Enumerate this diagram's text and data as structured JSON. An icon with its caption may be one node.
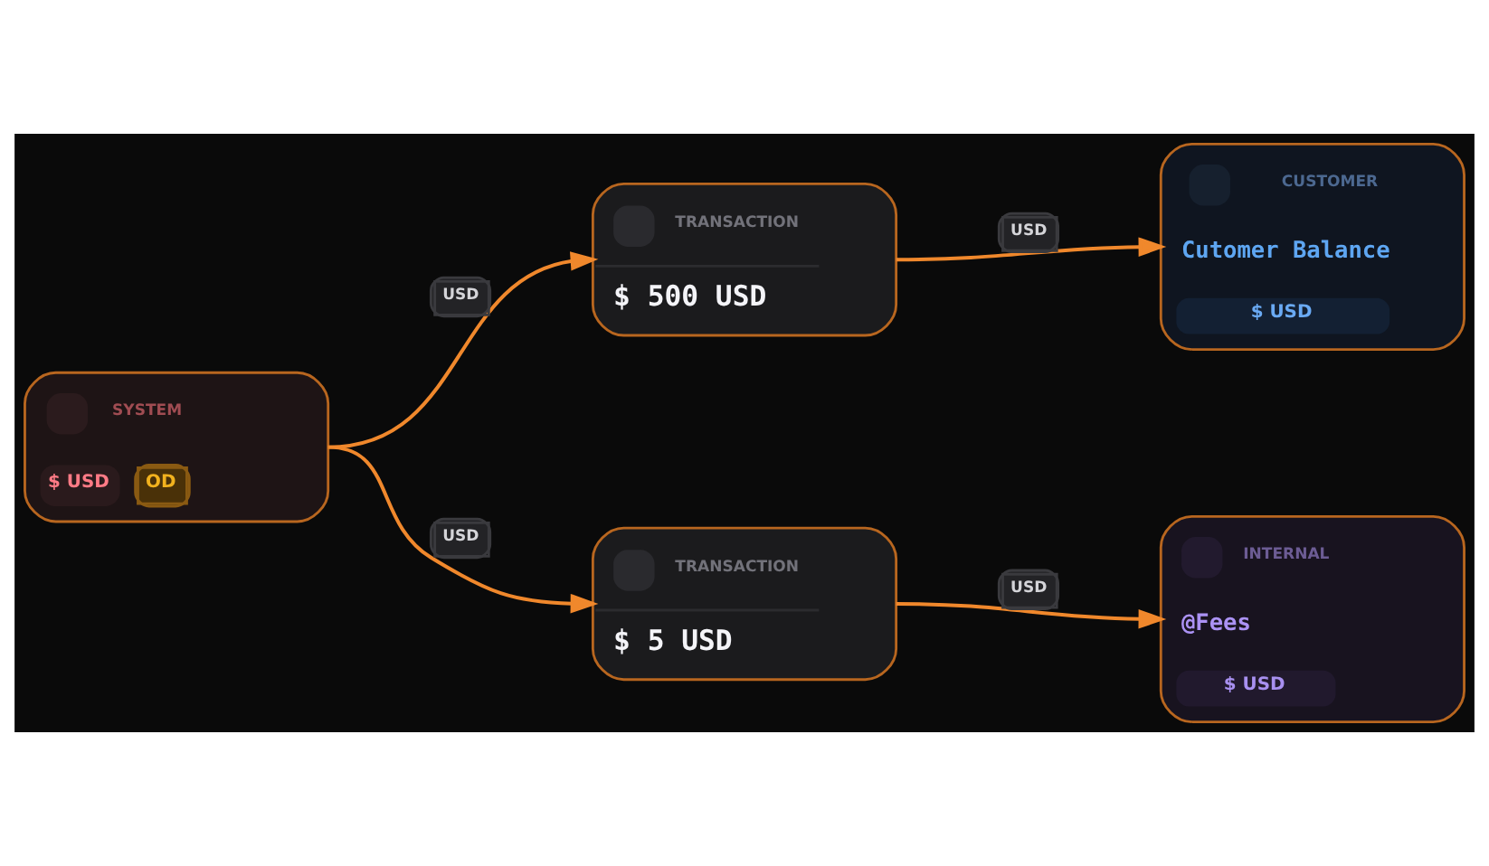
{
  "diagram": {
    "nodes": [
      {
        "text": [
          "SYSTEM",
          "$ USD",
          "OD"
        ]
      },
      {
        "text": [
          "TRANSACTION",
          "$ 500 USD"
        ]
      },
      {
        "text": [
          "CUSTOMER",
          "Cutomer Balance",
          "$ USD"
        ]
      },
      {
        "text": [
          "TRANSACTION",
          "$ 5 USD"
        ]
      },
      {
        "text": [
          "INTERNAL",
          "@Fees",
          "$ USD"
        ]
      }
    ],
    "edges": [
      {
        "from": 0,
        "to": 1,
        "arrow": "to",
        "label": "USD"
      },
      {
        "from": 0,
        "to": 3,
        "arrow": "to",
        "label": "USD"
      },
      {
        "from": 1,
        "to": 2,
        "arrow": "to",
        "label": "USD"
      },
      {
        "from": 3,
        "to": 4,
        "arrow": "to",
        "label": "USD"
      }
    ]
  }
}
